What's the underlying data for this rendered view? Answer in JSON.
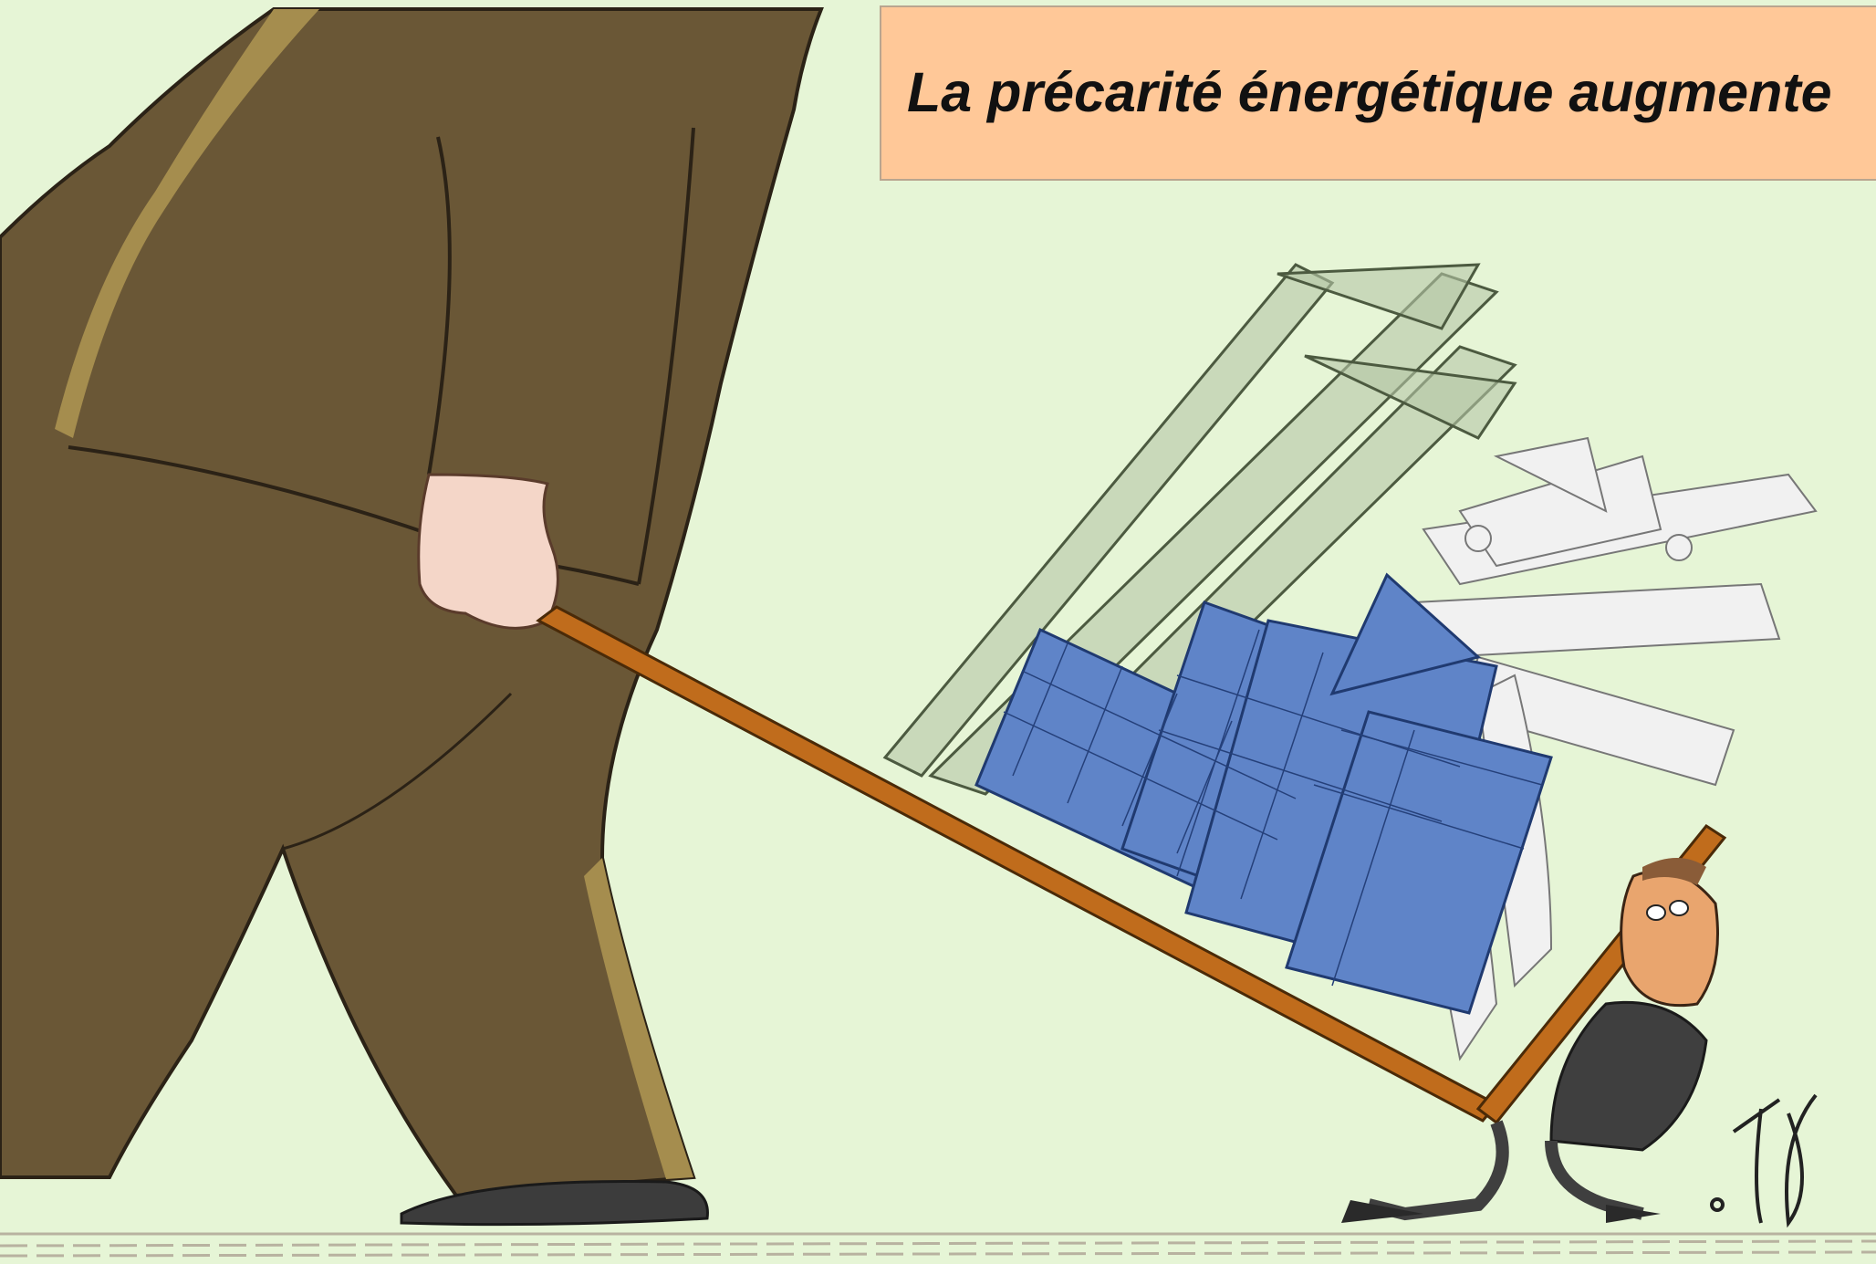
{
  "caption": {
    "text": "La précarité énergétique augmente"
  },
  "colors": {
    "background": "#e6f5d6",
    "caption_box": "#ffc898",
    "suit": "#6a5736",
    "suit_light": "#a58d4e",
    "handle": "#c06c1c",
    "solar_panel": "#5f84c8",
    "pylon": "#869a79",
    "turbine_blade": "#f1f1f1",
    "ground": "#b8b2a0"
  },
  "illustration": {
    "figures": [
      "giant-figure",
      "small-man"
    ],
    "items": [
      "pylons",
      "solar-panels",
      "wind-turbine-blades",
      "cart",
      "signature"
    ]
  }
}
